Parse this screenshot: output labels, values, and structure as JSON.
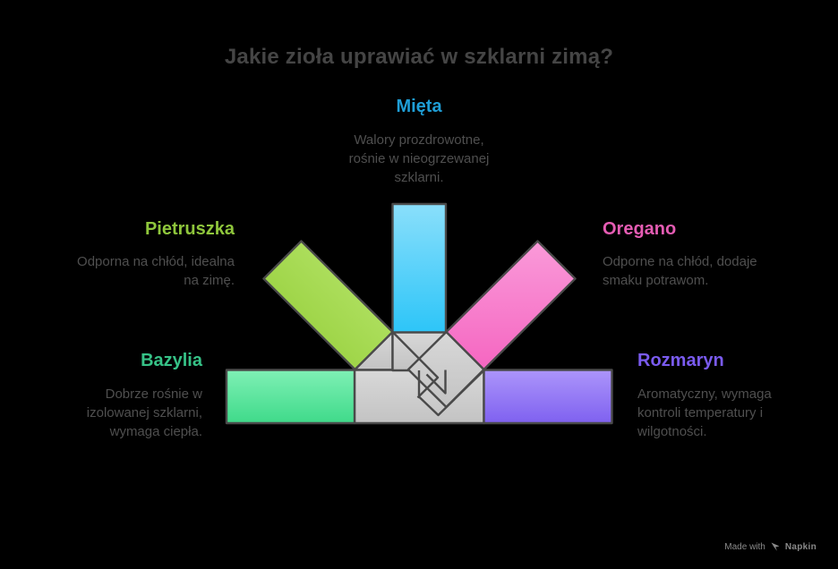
{
  "title": "Jakie zioła uprawiać w szklarni zimą?",
  "title_color": "#454545",
  "body_text_color": "#4f4f4f",
  "herbs": {
    "mieta": {
      "label": "Mięta",
      "color": "#1f9ed6",
      "arrow_color": "#2ec6f8",
      "desc_lines": [
        "Walory prozdrowotne,",
        "rośnie w nieogrzewanej",
        "szklarni."
      ]
    },
    "pietruszka": {
      "label": "Pietruszka",
      "color": "#8fc63c",
      "arrow_color": "#93cf35",
      "desc_lines": [
        "Odporna na chłód, idealna",
        "na zimę."
      ]
    },
    "oregano": {
      "label": "Oregano",
      "color": "#e55cb3",
      "arrow_color": "#f566c1",
      "desc_lines": [
        "Odporne na chłód, dodaje",
        "smaku potrawom."
      ]
    },
    "bazylia": {
      "label": "Bazylia",
      "color": "#36c287",
      "arrow_color": "#3fda8a",
      "desc_lines": [
        "Dobrze rośnie w",
        "izolowanej szklarni,",
        "wymaga ciepła."
      ]
    },
    "rozmaryn": {
      "label": "Rozmaryn",
      "color": "#7a5bef",
      "arrow_color": "#7f61f0",
      "desc_lines": [
        "Aromatyczny, wymaga",
        "kontroli temperatury i",
        "wilgotności."
      ]
    }
  },
  "diagram": {
    "connector_color": "#cecece",
    "outline_color": "#4a4a4a"
  },
  "footer": {
    "made_with": "Made with",
    "brand": "Napkin"
  }
}
